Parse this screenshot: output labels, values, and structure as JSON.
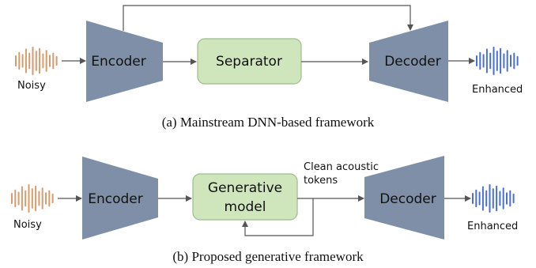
{
  "colors": {
    "noisy_wave": "#d99a6c",
    "enhanced_wave": "#4a6fd8",
    "block_fill": "#7f8fa8",
    "green_fill": "#cfe6bd",
    "green_stroke": "#9ebb8a",
    "line": "#555555"
  },
  "icons": {
    "noisy": "waveform-icon",
    "enhanced": "waveform-icon"
  },
  "panel_a": {
    "caption": "(a) Mainstream DNN-based framework",
    "input_label": "Noisy",
    "encoder": "Encoder",
    "separator": "Separator",
    "decoder": "Decoder",
    "output_label": "Enhanced"
  },
  "panel_b": {
    "caption": "(b) Proposed generative framework",
    "input_label": "Noisy",
    "encoder": "Encoder",
    "generative_line1": "Generative",
    "generative_line2": "model",
    "tokens_line1": "Clean acoustic",
    "tokens_line2": "tokens",
    "decoder": "Decoder",
    "output_label": "Enhanced"
  }
}
